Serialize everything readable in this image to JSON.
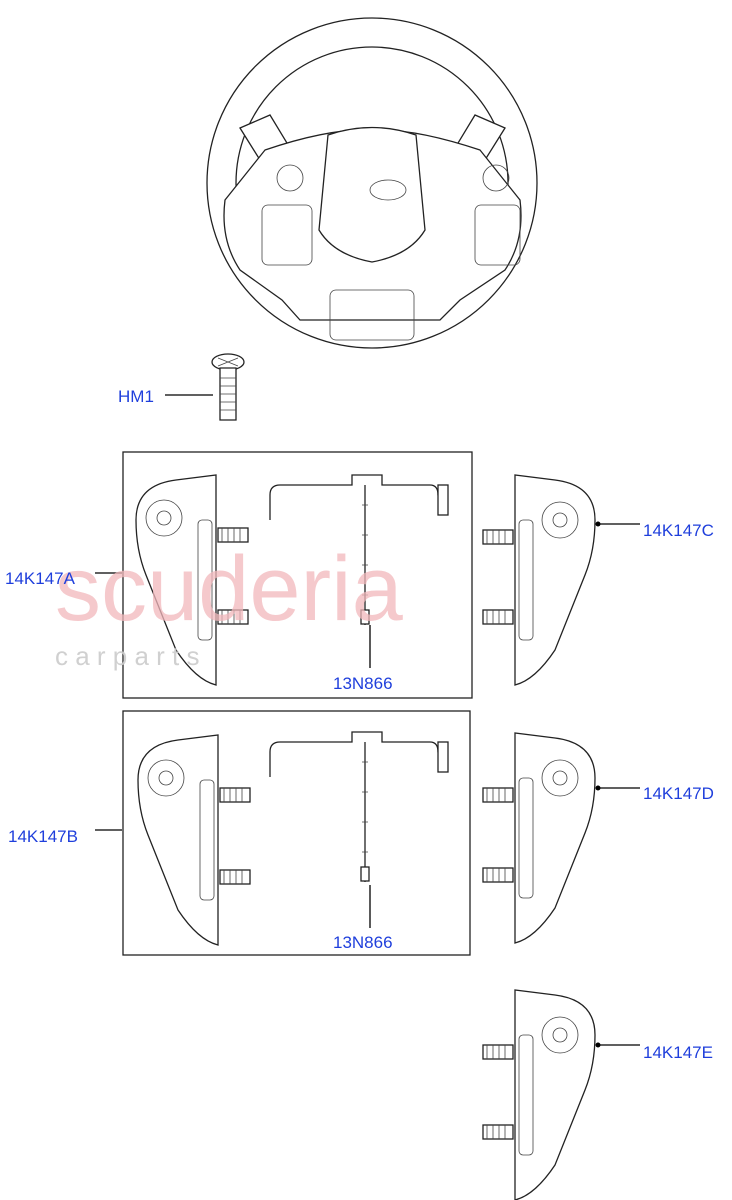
{
  "watermark": {
    "main": "scuderia",
    "sub": "c a r   p a r t s"
  },
  "callouts": [
    {
      "id": "hm1",
      "text": "HM1"
    },
    {
      "id": "14k147a",
      "text": "14K147A"
    },
    {
      "id": "14k147c",
      "text": "14K147C"
    },
    {
      "id": "13n866-a",
      "text": "13N866"
    },
    {
      "id": "14k147b",
      "text": "14K147B"
    },
    {
      "id": "14k147d",
      "text": "14K147D"
    },
    {
      "id": "13n866-b",
      "text": "13N866"
    },
    {
      "id": "14k147e",
      "text": "14K147E"
    }
  ],
  "colors": {
    "callout": "#1f3fdc",
    "watermark": "#f2b8bc"
  }
}
